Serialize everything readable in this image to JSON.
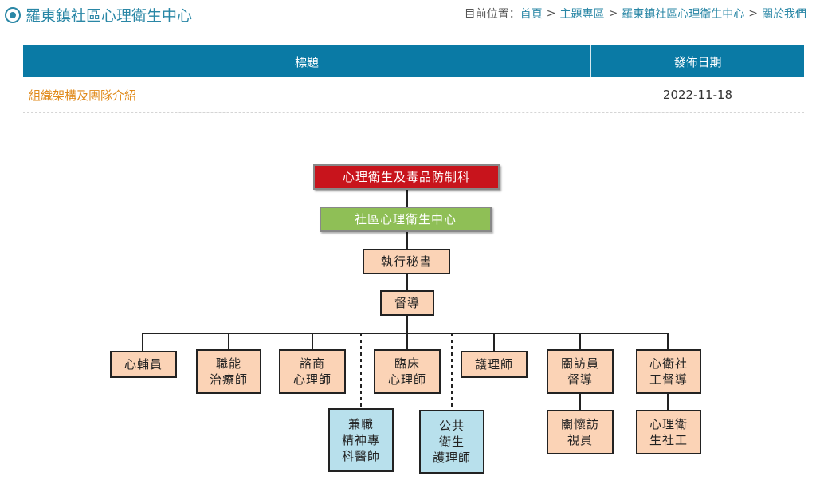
{
  "header": {
    "title": "羅東鎮社區心理衛生中心",
    "breadcrumb": {
      "prefix": "目前位置：",
      "items": [
        "首頁",
        "主題專區",
        "羅東鎮社區心理衛生中心",
        "關於我們"
      ],
      "separator": ">"
    }
  },
  "table": {
    "headers": {
      "title": "標題",
      "date": "發佈日期"
    },
    "rows": [
      {
        "title": "組織架構及團隊介紹",
        "date": "2022-11-18"
      }
    ]
  },
  "org_chart": {
    "top": "心理衛生及毒品防制科",
    "center": "社區心理衛生中心",
    "secretary": "執行秘書",
    "supervisor": "督導",
    "staff": {
      "counselor_aide": "心輔員",
      "occupational_therapist": "職能\n治療師",
      "counseling_psychologist": "諮商\n心理師",
      "clinical_psychologist": "臨床\n心理師",
      "nurse": "護理師",
      "visit_supervisor": "關訪員\n督導",
      "social_work_supervisor": "心衛社\n工督導",
      "part_time_psychiatrist": "兼職\n精神專\n科醫師",
      "public_health_nurse": "公共\n衛生\n護理師",
      "care_visitor": "關懷訪\n視員",
      "mental_health_social_worker": "心理衛\n生社工"
    }
  },
  "colors": {
    "accent": "#2a87a6",
    "table_header": "#0a7aa5",
    "link_orange": "#e08a1a",
    "top_box": "#c8141c",
    "center_box": "#8fbf56",
    "staff_box": "#fbd3b6",
    "external_box": "#b8e0ec"
  }
}
